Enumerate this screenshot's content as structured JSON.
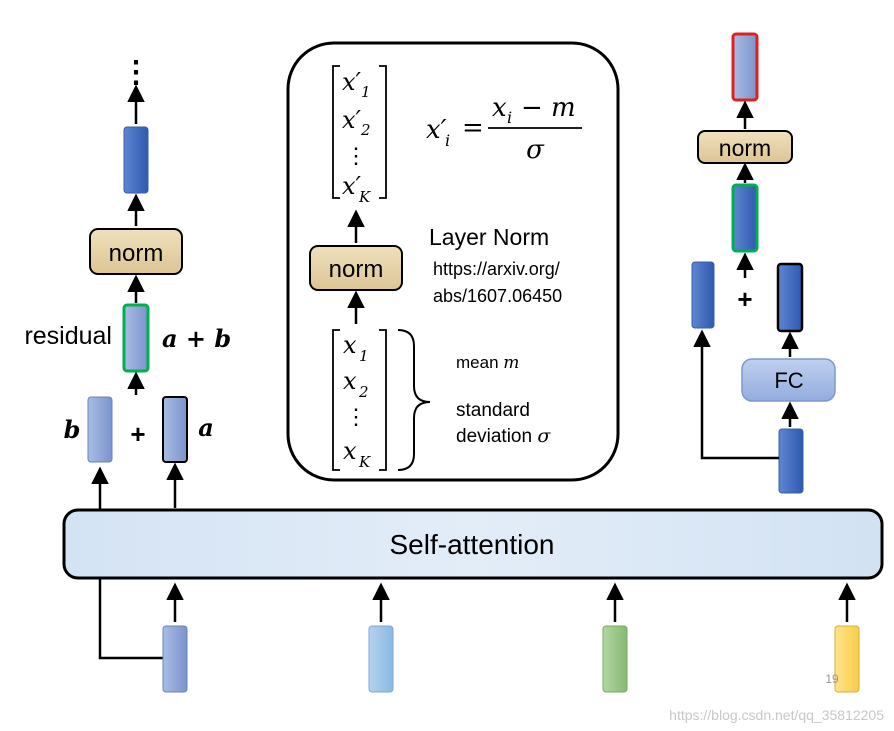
{
  "left": {
    "dots": "⋮",
    "norm_label": "norm",
    "residual_label": "residual",
    "sum_label": "a + b",
    "b_label": "b",
    "plus": "+",
    "a_label": "a"
  },
  "center": {
    "top_vec": [
      "x′",
      "1",
      "x′",
      "2",
      "⋮",
      "x′",
      "K"
    ],
    "formula_lhs": "x′",
    "formula_lhs_sub": "i",
    "formula_eq": "=",
    "formula_num": "x",
    "formula_num_sub": "i",
    "formula_num_rest": "− m",
    "formula_den": "σ",
    "norm_label": "norm",
    "layer_norm_title": "Layer Norm",
    "url_line1": "https://arxiv.org/",
    "url_line2": "abs/1607.06450",
    "bottom_vec": [
      "x",
      "1",
      "x",
      "2",
      "⋮",
      "x",
      "K"
    ],
    "mean_label": "mean",
    "mean_symbol": "m",
    "std_line1": "standard",
    "std_line2": "deviation",
    "std_symbol": "σ"
  },
  "right": {
    "norm_label": "norm",
    "plus": "+",
    "fc_label": "FC"
  },
  "self_attention_label": "Self-attention",
  "slide_number": "19",
  "watermark": "https://blog.csdn.net/qq_35812205",
  "colors": {
    "dark_blue": "#4472c4",
    "mid_blue": "#8fa8d8",
    "light_blue": "#9dc3e6",
    "green": "#9cc88a",
    "yellow": "#ffd966",
    "norm_fill": "#e6d2a8",
    "fc_fill": "#a9bfe7",
    "self_attention_fill": "#dbe7f5",
    "residual_border": "#00b050",
    "output_border": "#e02020"
  }
}
